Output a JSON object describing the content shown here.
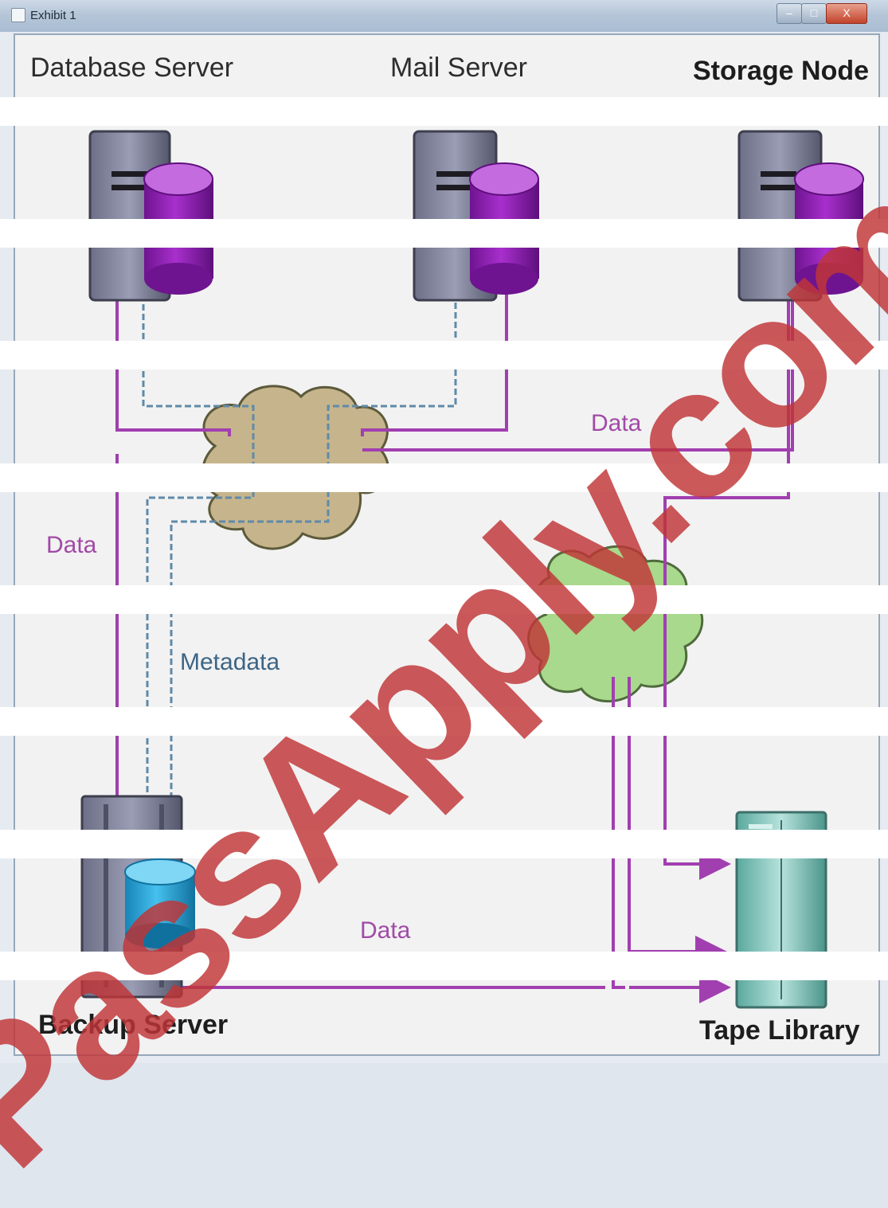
{
  "window": {
    "title": "Exhibit 1",
    "controls": {
      "minimize": "–",
      "maximize": "□",
      "close": "X"
    }
  },
  "labels": {
    "database_server": "Database Server",
    "mail_server": "Mail Server",
    "storage_node": "Storage Node",
    "backup_server": "Backup Server",
    "tape_library": "Tape Library"
  },
  "flow_labels": {
    "data_left": "Data",
    "data_top": "Data",
    "data_bottom": "Data",
    "metadata": "Metadata"
  },
  "watermark": "PassApply.com",
  "colors": {
    "data_line": "#a13fb0",
    "metadata_line": "#5f8aa9",
    "db_cylinder": "#9a1fb8",
    "backup_cylinder": "#2ea6d8",
    "lan_cloud": "#c6b48c",
    "san_cloud": "#a9d98c",
    "tape_library": "#86c8bf",
    "watermark": "#c13537"
  }
}
